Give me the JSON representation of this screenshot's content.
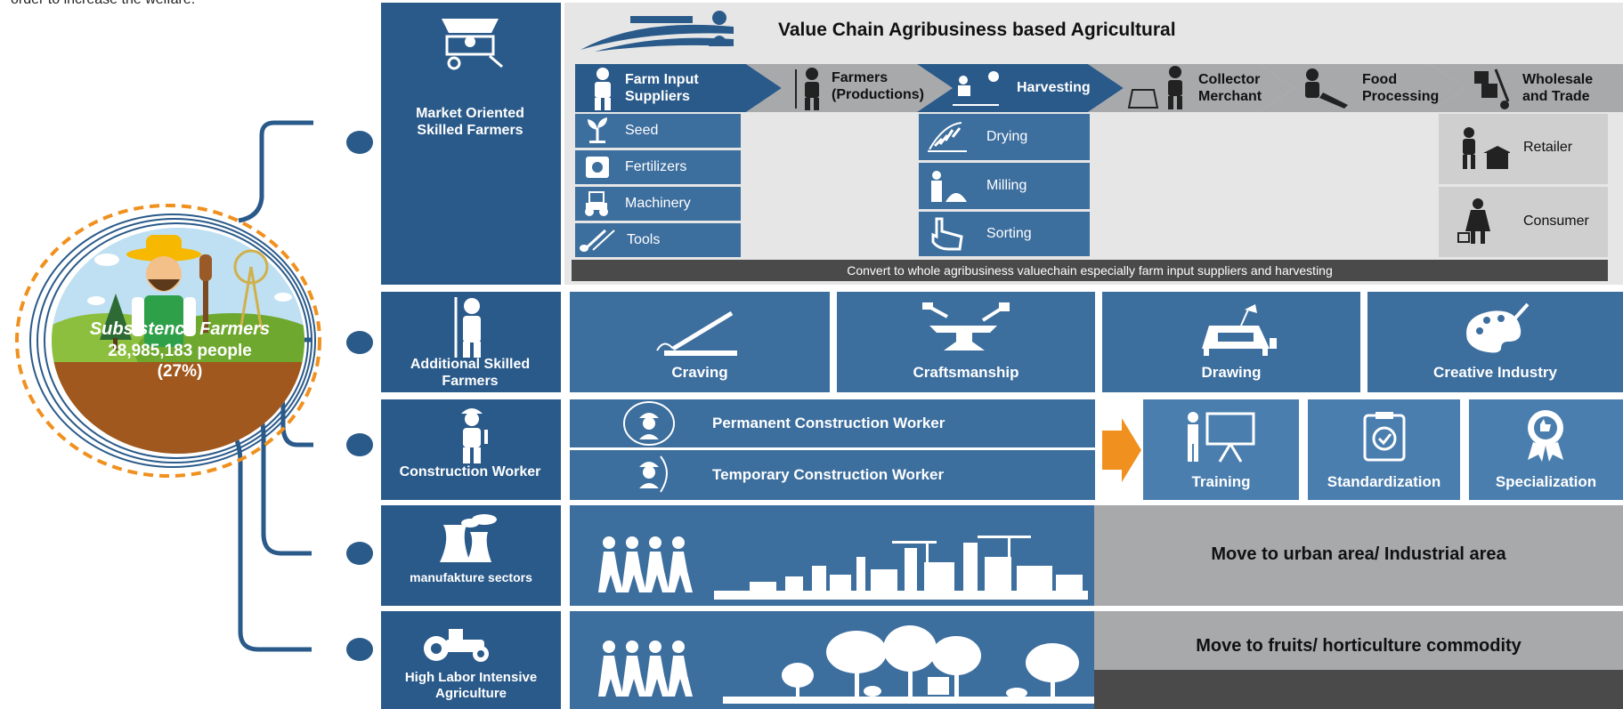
{
  "intro_fragment": "order to increase the welfare.",
  "colors": {
    "navy": "#2a5a8a",
    "tile": "#3c6e9e",
    "orange": "#f0901e",
    "brown": "#a0581e",
    "gray": "#a8a9ab",
    "dark": "#4a4a4a"
  },
  "center": {
    "title": "Subsistence Farmers",
    "count": "28,985,183 people",
    "percent": "(27%)"
  },
  "categories": {
    "market": "Market Oriented Skilled Farmers",
    "additional": "Additional Skilled Farmers",
    "construction": "Construction Worker",
    "manufacture": "manufakture sectors",
    "labor": "High Labor Intensive Agriculture"
  },
  "value_chain": {
    "title": "Value Chain Agribusiness based Agricultural",
    "stages": [
      "Farm Input Suppliers",
      "Farmers (Productions)",
      "Harvesting",
      "Collector Merchant",
      "Food Processing",
      "Wholesale and Trade"
    ],
    "inputs": [
      "Seed",
      "Fertilizers",
      "Machinery",
      "Tools"
    ],
    "harvest": [
      "Drying",
      "Milling",
      "Sorting"
    ],
    "trade": [
      "Retailer",
      "Consumer"
    ],
    "note": "Convert to whole agribusiness valuechain especially farm input suppliers and harvesting"
  },
  "skills": [
    "Craving",
    "Craftsmanship",
    "Drawing",
    "Creative Industry"
  ],
  "construction": {
    "workers": [
      "Permanent Construction Worker",
      "Temporary Construction Worker"
    ],
    "steps": [
      "Training",
      "Standardization",
      "Specialization"
    ]
  },
  "manufacture_move": "Move to urban area/ Industrial area",
  "labor_move": "Move to fruits/ horticulture commodity"
}
